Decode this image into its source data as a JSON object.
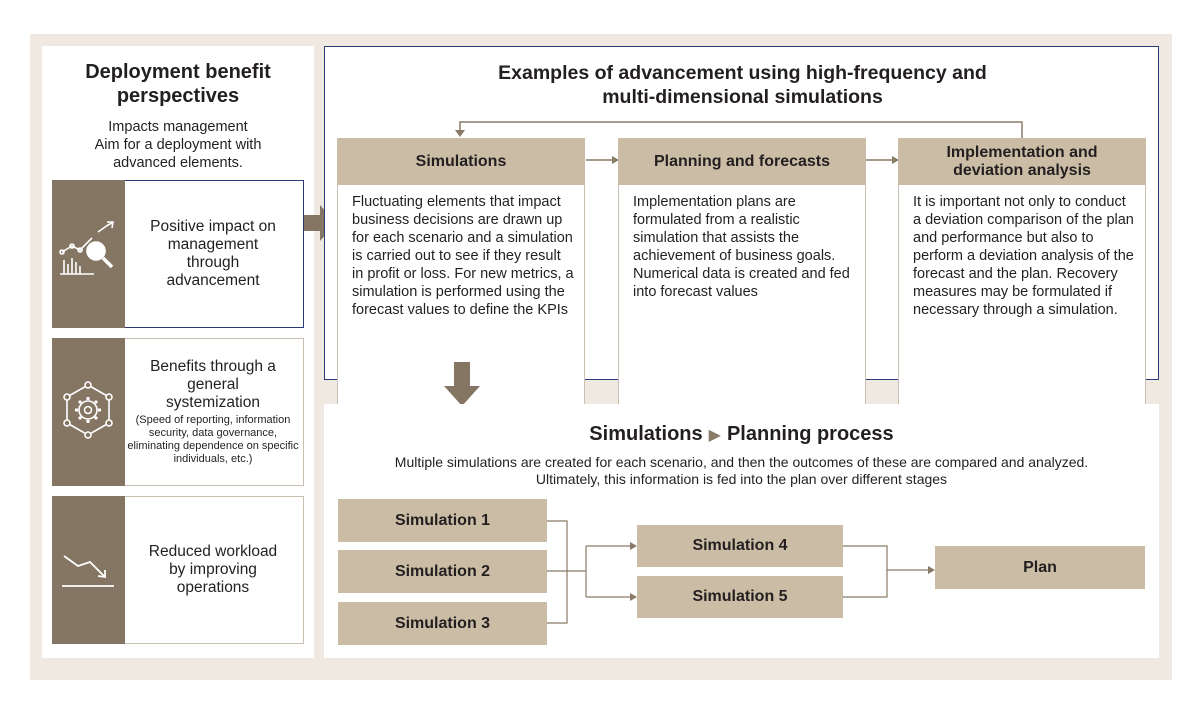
{
  "left": {
    "title": "Deployment benefit perspectives",
    "subtitle_line1": "Impacts management",
    "subtitle_line2": "Aim for a deployment with advanced elements.",
    "items": [
      {
        "label": "Positive impact on management through advancement",
        "icon": "chart-magnifier-icon"
      },
      {
        "label": "Benefits through a general systemization",
        "note": "(Speed of reporting, information security, data governance, eliminating dependence on specific individuals, etc.)",
        "icon": "gear-network-icon"
      },
      {
        "label": "Reduced workload by improving operations",
        "icon": "trend-down-icon"
      }
    ]
  },
  "top": {
    "title_line1": "Examples of advancement using high-frequency and",
    "title_line2": "multi-dimensional simulations",
    "steps": [
      {
        "title": "Simulations",
        "body": "Fluctuating elements that impact business decisions are drawn up for each scenario and a simulation is carried out to see if they result in profit or loss. For new metrics, a simulation is performed using the forecast values to define the KPIs"
      },
      {
        "title": "Planning and forecasts",
        "body": "Implementation plans are formulated from a realistic simulation that assists the achievement of business goals. Numerical data is created and fed into forecast values"
      },
      {
        "title": "Implementation and deviation analysis",
        "body": "It is important not only to conduct a deviation comparison of the plan and performance but also to perform a deviation analysis of the forecast and the plan. Recovery measures may be formulated if necessary through a simulation."
      }
    ]
  },
  "bottom": {
    "title_left": "Simulations",
    "title_sep": "▶",
    "title_right": "Planning process",
    "desc_line1": "Multiple simulations are created for each scenario, and then the outcomes of these are compared and analyzed.",
    "desc_line2": "Ultimately, this information is fed into the plan over different stages",
    "sims": [
      "Simulation 1",
      "Simulation 2",
      "Simulation 3",
      "Simulation 4",
      "Simulation 5"
    ],
    "plan": "Plan"
  },
  "colors": {
    "accent_navy": "#2c3a78",
    "band_brown": "#857663",
    "header_tan": "#cbbda5",
    "background": "#efe9e1"
  }
}
